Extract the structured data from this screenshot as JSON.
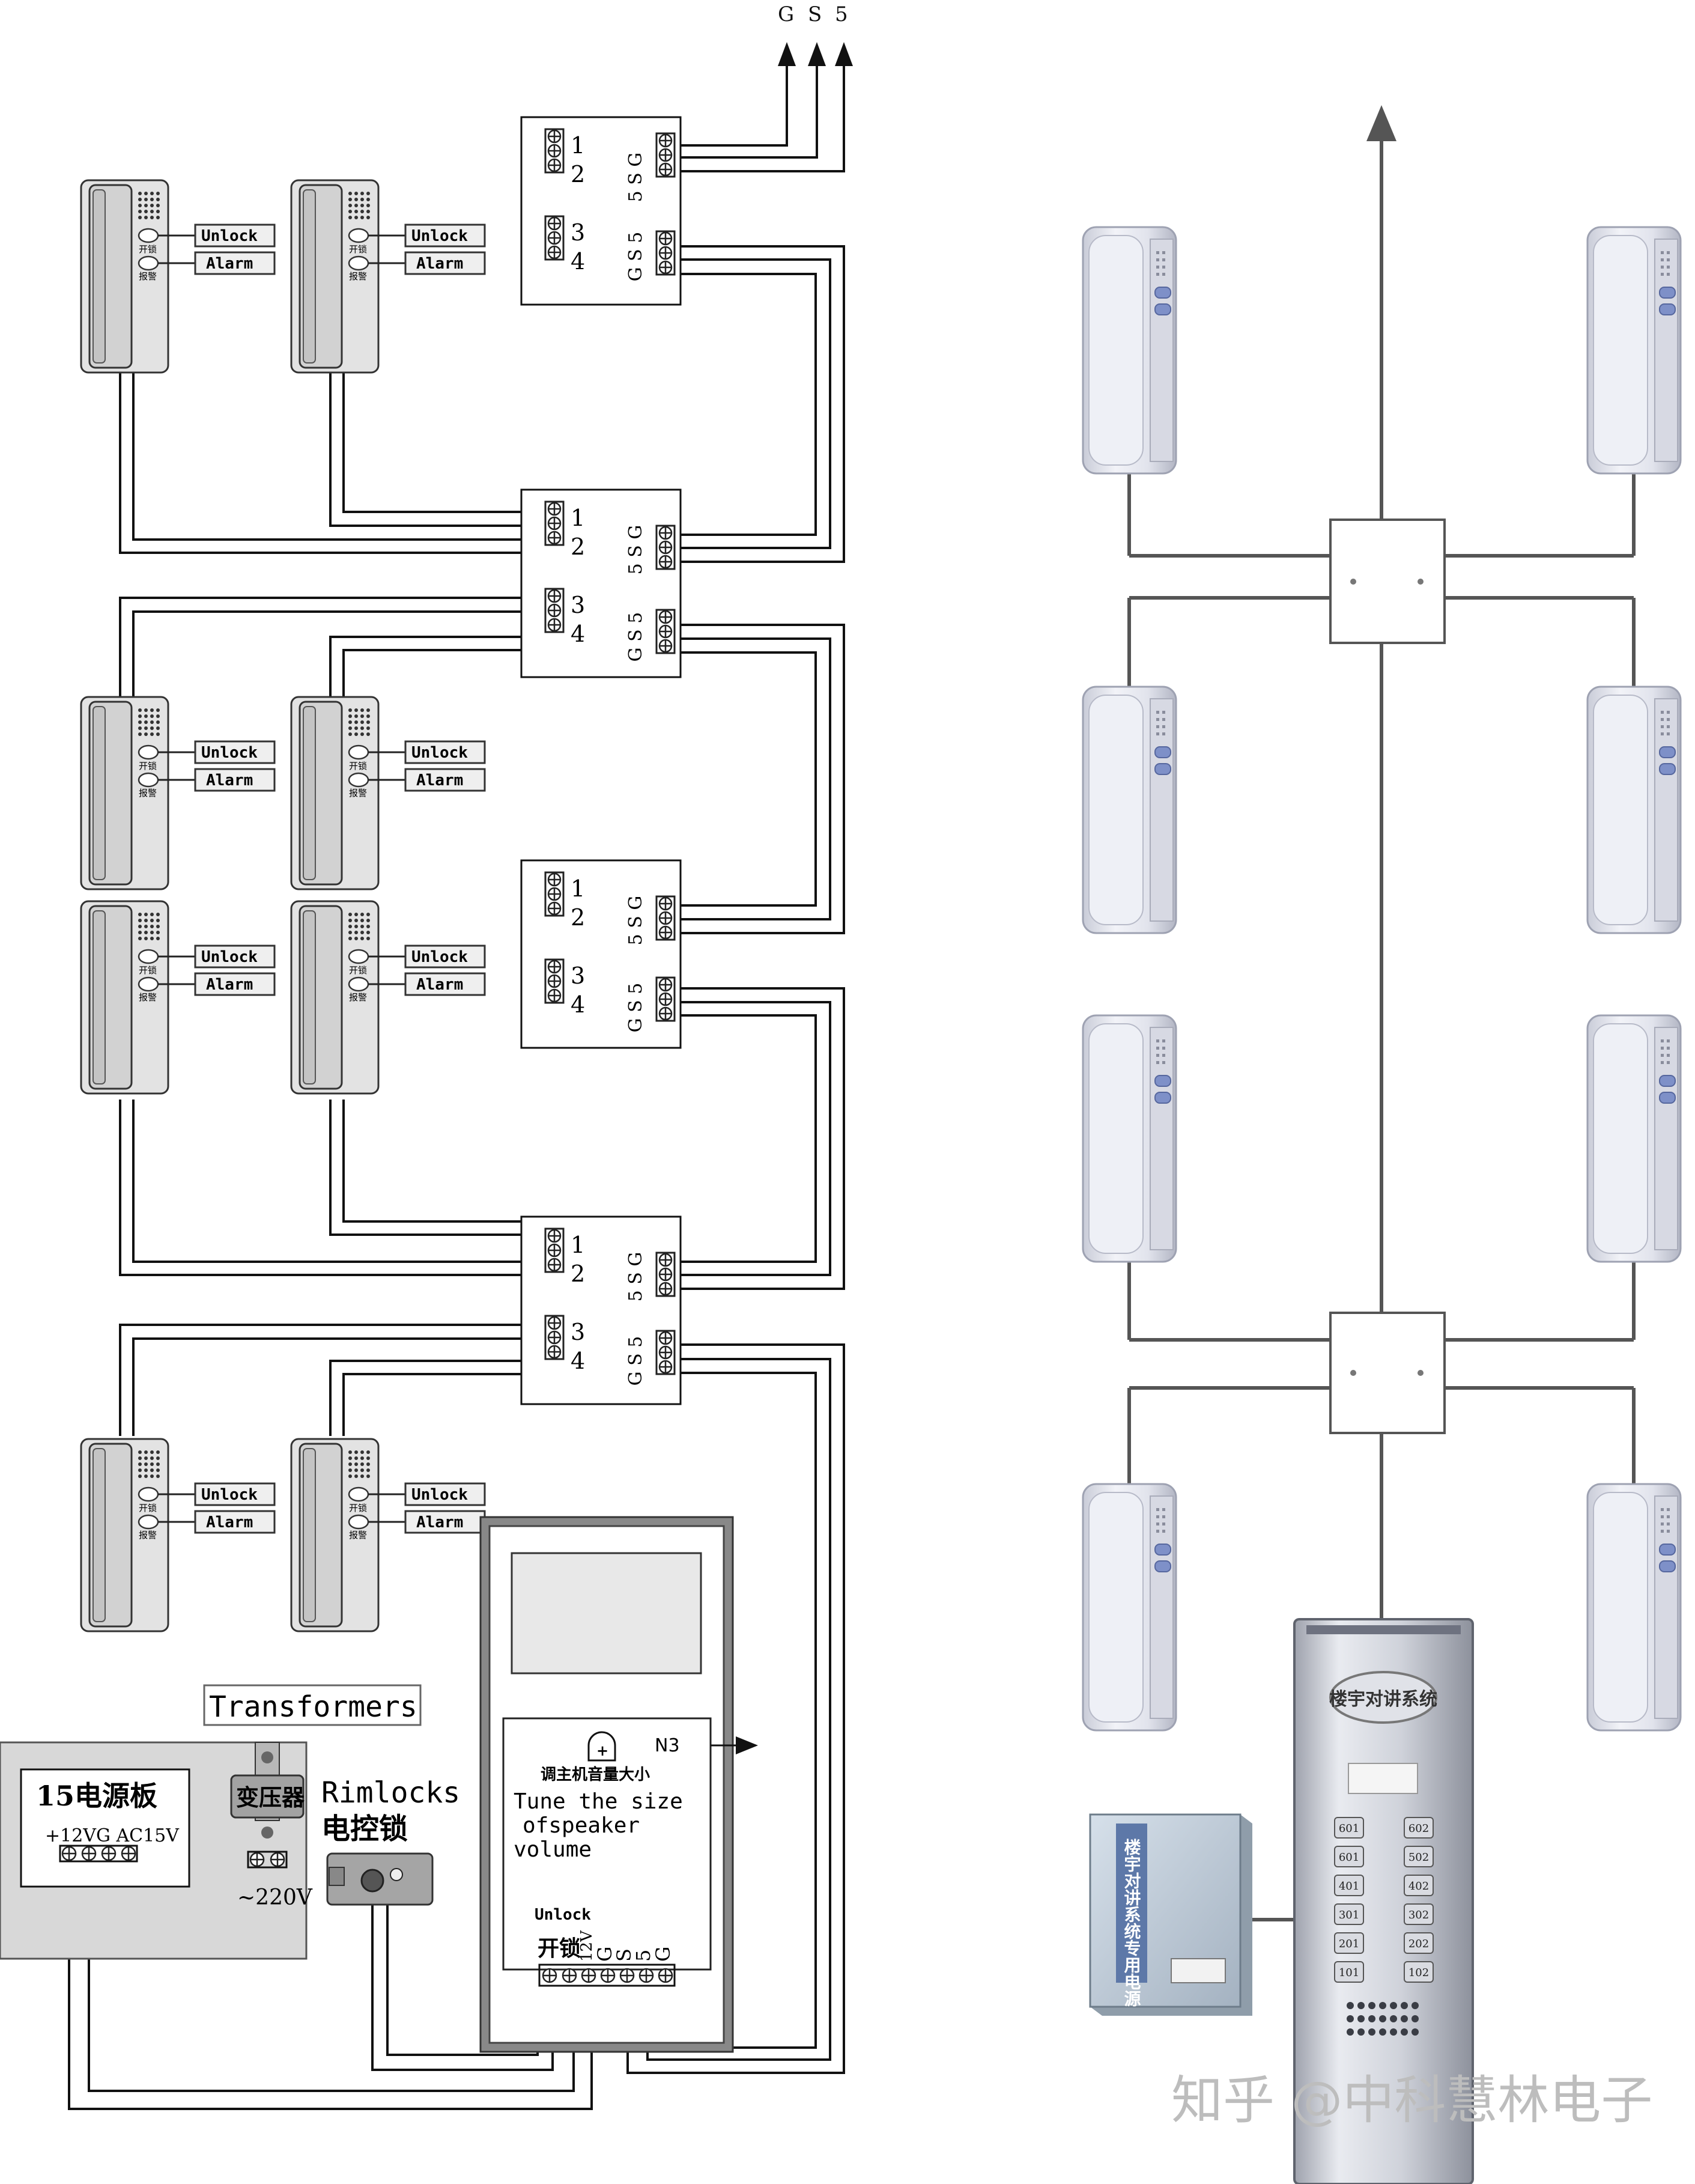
{
  "top_bus": [
    "G",
    "S",
    "5"
  ],
  "handset_labels": {
    "unlock": "Unlock",
    "alarm": "Alarm",
    "cn_unlock": "开锁",
    "cn_alarm": "报警"
  },
  "junction_box": {
    "ports_left": [
      "1",
      "2",
      "3",
      "4"
    ],
    "port_right_top": "5 S G",
    "port_right_bottom": "G S 5"
  },
  "power": {
    "board": "15电源板",
    "board_sub": "+12VG AC15V",
    "transformer_label": "Transformers",
    "transformer_cn": "变压器",
    "mains": "~220V"
  },
  "lock": {
    "label_en": "Rimlocks",
    "label_cn": "电控锁"
  },
  "door_station": {
    "marker": "N3",
    "volume_cn": "调主机音量大小",
    "volume_en_1": "Tune the size",
    "volume_en_2": "ofspeaker",
    "volume_en_3": "volume",
    "unlock_en": "Unlock",
    "unlock_cn": "开锁",
    "terminals": [
      "12V",
      "G",
      "S",
      "5",
      "G"
    ]
  },
  "right_panel": {
    "panel_title": "楼宇对讲系统",
    "keys_left": [
      "601",
      "601",
      "401",
      "301",
      "201",
      "101"
    ],
    "keys_right": [
      "602",
      "502",
      "402",
      "302",
      "202",
      "102"
    ],
    "psu_label": "楼宇对讲系统专用电源"
  },
  "watermark": "知乎 @中科慧林电子"
}
